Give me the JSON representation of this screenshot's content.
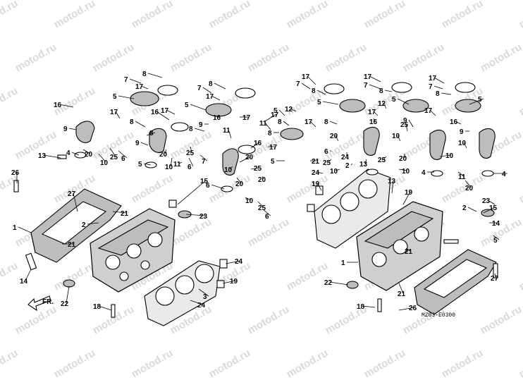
{
  "watermark": "motod.ru",
  "diagram_code": "MZ03-E0300",
  "front_label": "FR.",
  "callout_numbers": [
    "1",
    "2",
    "3",
    "4",
    "5",
    "6",
    "7",
    "8",
    "9",
    "10",
    "11",
    "12",
    "13",
    "14",
    "15",
    "16",
    "17",
    "18",
    "19",
    "20",
    "21",
    "22",
    "23",
    "24",
    "25",
    "26",
    "27"
  ]
}
